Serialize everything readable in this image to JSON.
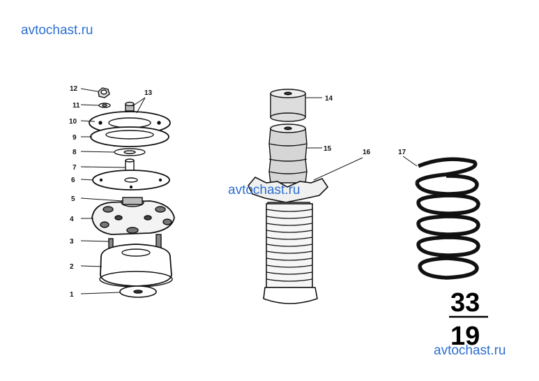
{
  "watermarks": [
    "avtochast.ru",
    "avtochast.ru",
    "avtochast.ru"
  ],
  "callouts": [
    "1",
    "2",
    "3",
    "4",
    "5",
    "6",
    "7",
    "8",
    "9",
    "10",
    "11",
    "12",
    "13",
    "14",
    "15",
    "16",
    "17"
  ],
  "group_number": {
    "top": "33",
    "bottom": "19"
  },
  "colors": {
    "ink": "#111111",
    "watermark": "#2d6fd1",
    "background": "#ffffff"
  }
}
